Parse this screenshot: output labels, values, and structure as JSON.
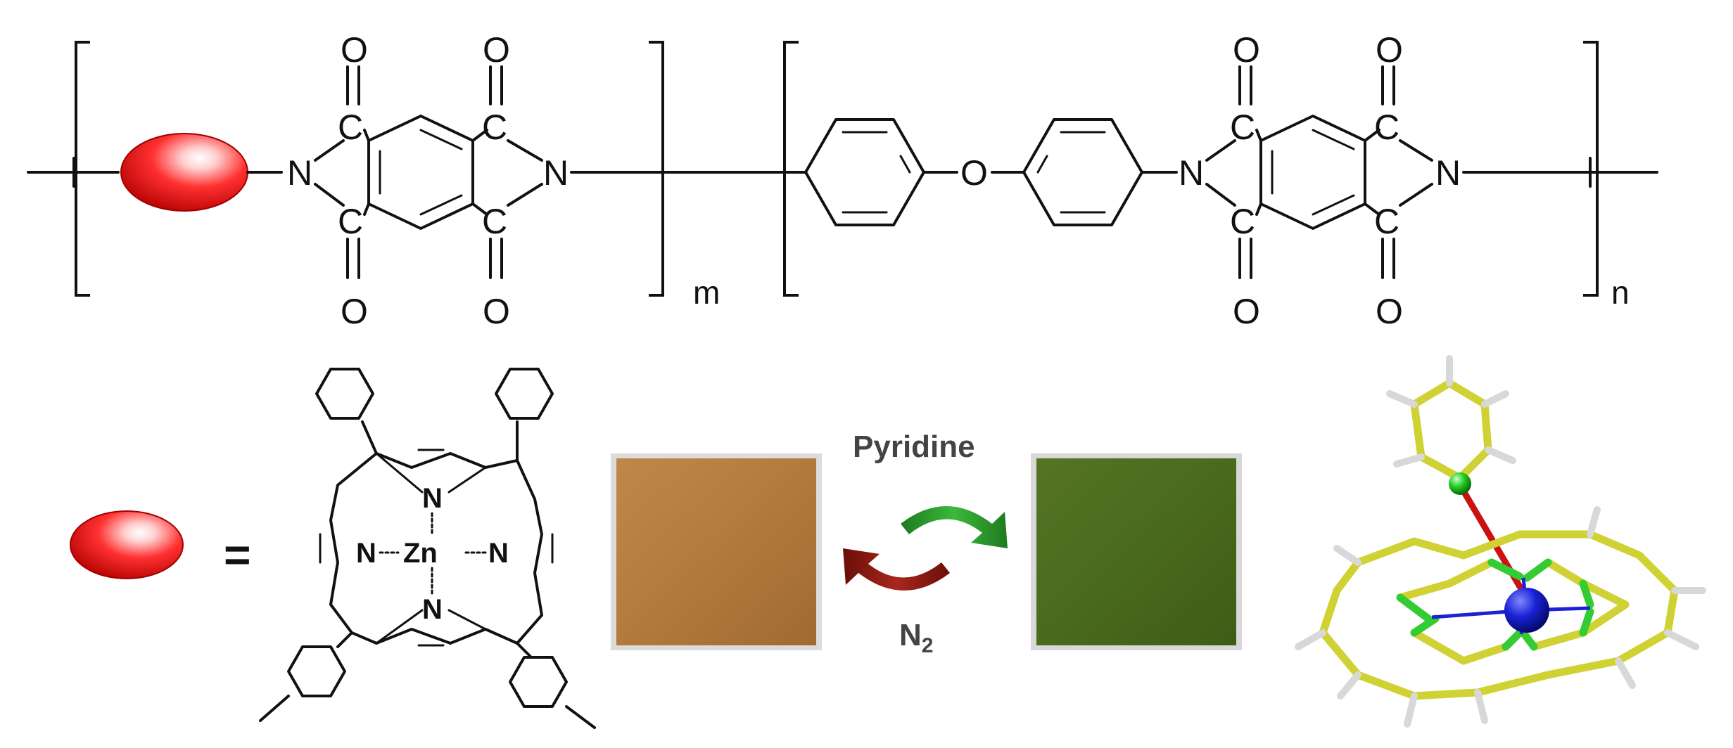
{
  "polymer": {
    "atom_o": "O",
    "atom_c": "C",
    "atom_n": "N",
    "repeat_m": "m",
    "repeat_n": "n"
  },
  "legend": {
    "equals": "="
  },
  "porphyrin": {
    "atom_n": "N",
    "metal": "Zn"
  },
  "switch": {
    "forward_label": "Pyridine",
    "reverse_label_main": "N",
    "reverse_label_sub": "2"
  },
  "colors": {
    "unit_red": "#e01515",
    "film_brown": "#b37a3c",
    "film_green": "#4a6a1c",
    "arrow_green": "#2e9a2e",
    "arrow_red": "#8b1a12",
    "model_yellow": "#cfd232",
    "model_zinc": "#1a22d6",
    "model_n": "#22cc22",
    "model_bond": "#cc1111"
  }
}
